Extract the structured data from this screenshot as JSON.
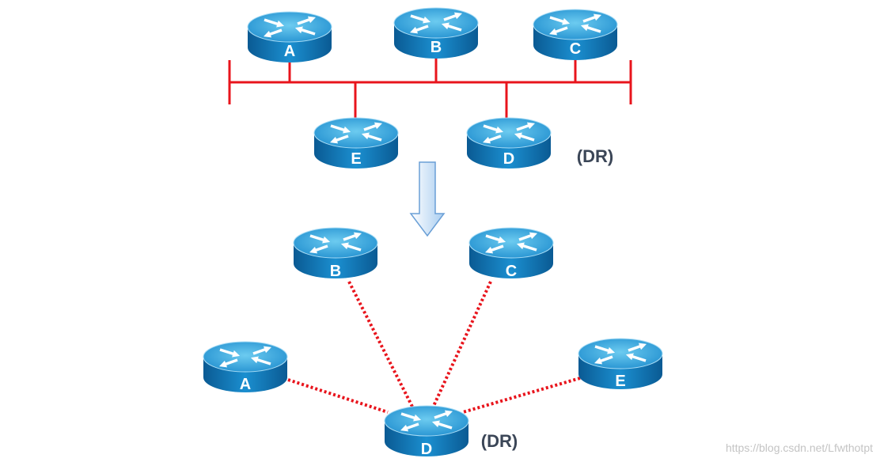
{
  "top_network": {
    "routers": [
      {
        "label": "A"
      },
      {
        "label": "B"
      },
      {
        "label": "C"
      },
      {
        "label": "E"
      },
      {
        "label": "D"
      }
    ],
    "dr_label": "(DR)"
  },
  "bottom_network": {
    "routers": [
      {
        "label": "B"
      },
      {
        "label": "C"
      },
      {
        "label": "A"
      },
      {
        "label": "E"
      },
      {
        "label": "D"
      }
    ],
    "dr_label": "(DR)"
  },
  "watermark": "https://blog.csdn.net/Lfwthotpt",
  "icons": {
    "router": "router-icon",
    "transition": "down-arrow-icon"
  },
  "colors": {
    "bus": "#e8141c",
    "adjacency": "#e8141c",
    "router_label": "#ffffff",
    "dr_text": "#3b4657",
    "watermark": "#c4c4c4"
  }
}
